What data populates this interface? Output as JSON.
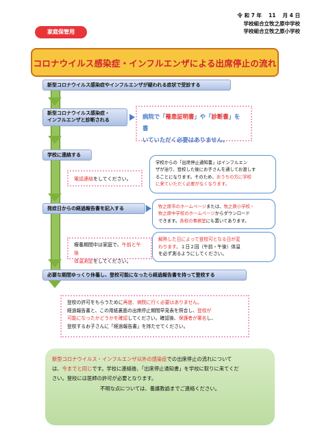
{
  "header": {
    "date": "令 和 7 年　 11　 月 4 日",
    "school1": "学校組合立牧之原中学校",
    "school2": "学校組合立牧之原小学校",
    "badge": "家庭保管用"
  },
  "title": "コロナウイルス感染症・インフルエンザによる出席停止の流れ",
  "steps": {
    "s1": "新型コロナウイルス感染症やインフルエンザが疑われる症状で受診する",
    "s2a": "新型コロナウイルス感染症・",
    "s2b": "インフルエンザと診断される",
    "s3": "学校に連絡する",
    "s4": "発症日からの経過報告書を記入する",
    "s5": "必要な期間ゆっくり休養し、登校可能になったら経過報告書を持って登校する"
  },
  "notice1": {
    "line1_pre": "病院で「",
    "line1_a": "罹患証明書",
    "line1_mid": "」や「",
    "line1_b": "診断書",
    "line1_post": "」を書",
    "line2": "いていただく必要はありません。"
  },
  "phone_note": {
    "red": "電話連絡",
    "rest": "をしてください。"
  },
  "bubble_school": {
    "l1": "学校からの「出席停止通知書」はインフルエン",
    "l2": "ザが治り、登校した後にお子さんを通してお渡しす",
    "l3": "ることになります。そのため、",
    "l3red": "おうちの方に学校",
    "l4red": "に来ていただく必要がなくなります。"
  },
  "bubble_web": {
    "l1red_a": "牧之原市のホームページ",
    "l1_mid": "または、",
    "l1red_b": "牧之原小学校・",
    "l2red": "牧之原中学校のホームページ",
    "l2_rest": "からダウンロード",
    "l3_pre": "できます。",
    "l3red": "各校の事務室",
    "l3_post": "にも置いてあります。"
  },
  "rest_note": {
    "l1_pre": "療養期間中は家庭で、",
    "l1red": "午前と午後",
    "l2red": "体温測定",
    "l2_post": "をしてください。"
  },
  "bubble_fever": {
    "l1red": "解熱した日によって登校可となる日が変",
    "l2red": "わります。",
    "l2_rest": "１日２回（午前・午後）体温",
    "l3": "を必ず測るようにしてください。"
  },
  "permission": {
    "l1_pre": "登校の許可をもらうために",
    "l1red": "再度、病院に行く必要はありません。",
    "l2_pre": "経過報告書と、この用紙裏面の出席停止期間早見表を照合し、",
    "l2red": "登校が",
    "l3red": "可能になったかどうかを確認",
    "l3_mid": "してください。確認後、",
    "l3red2": "保護者が署名",
    "l3_post": "し、",
    "l4": "登校するお子さんに「経過報告書」を持たせてください。"
  },
  "footer": {
    "l1red": "新型コロナウイルス・インフルエンザ以外の感染症",
    "l1_rest": "での出席停止の流れについて",
    "l2_pre": "は、",
    "l2red": "今までと同じ",
    "l2_rest": "です。学校に連絡後、「出席停止通知書」を学校に取りに来てくだ",
    "l3": "さい。登校には医師の許可が必要となります。",
    "l4": "不明な点については、養護教諭までご連絡ください。"
  }
}
